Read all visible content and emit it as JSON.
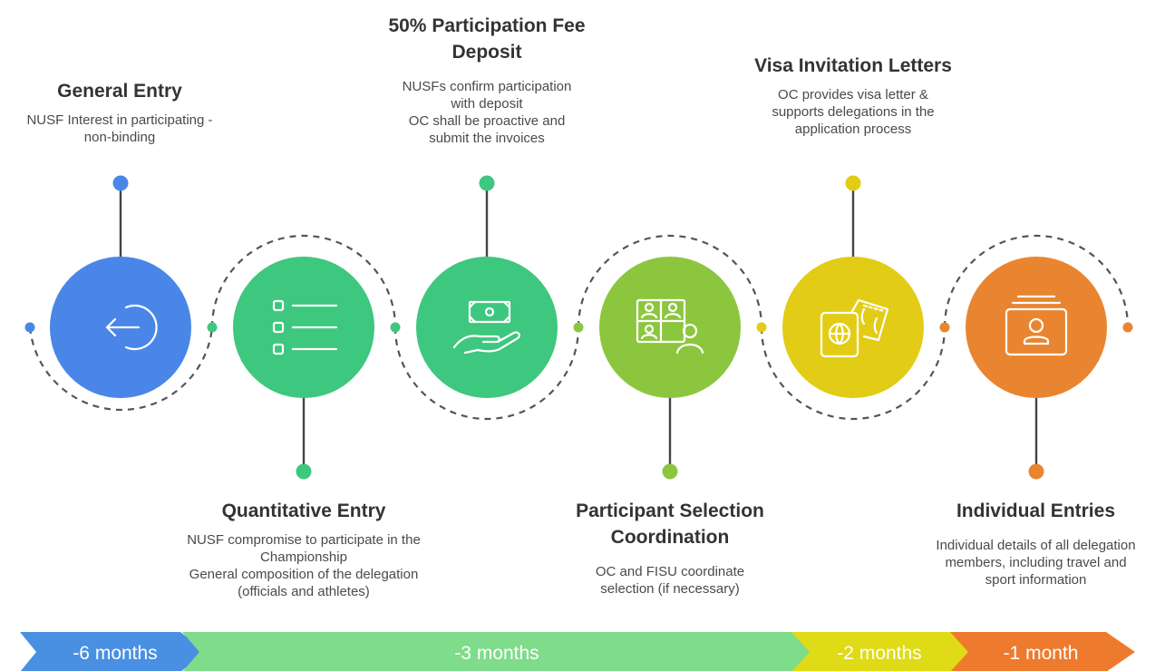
{
  "steps": [
    {
      "title": "General Entry",
      "desc": [
        "NUSF Interest in participating -",
        "non-binding"
      ],
      "color": "#4a86e8",
      "icon": "entry-arrow-icon"
    },
    {
      "title": "Quantitative Entry",
      "desc": [
        "NUSF compromise to participate in the",
        "Championship",
        "General composition of the delegation",
        "(officials and athletes)"
      ],
      "color": "#3ec77e",
      "icon": "checklist-icon"
    },
    {
      "title": "50% Participation Fee Deposit",
      "title_lines": [
        "50% Participation Fee",
        "Deposit"
      ],
      "desc": [
        "NUSFs confirm participation",
        "with deposit",
        "OC shall be proactive and",
        "submit the invoices"
      ],
      "color": "#3ec77e",
      "icon": "money-hand-icon"
    },
    {
      "title": "Participant Selection Coordination",
      "title_lines": [
        "Participant Selection",
        "Coordination"
      ],
      "desc": [
        "OC and FISU coordinate",
        "selection (if necessary)"
      ],
      "color": "#8cc63f",
      "icon": "video-call-participants-icon"
    },
    {
      "title": "Visa Invitation Letters",
      "desc": [
        "OC provides visa letter &",
        "supports delegations in the",
        "application process"
      ],
      "color": "#e2cc16",
      "icon": "passport-ticket-icon"
    },
    {
      "title": "Individual Entries",
      "desc": [
        "Individual details of all delegation",
        "members, including travel and",
        "sport information"
      ],
      "color": "#e98530",
      "icon": "id-card-icon"
    }
  ],
  "phases": [
    {
      "label": "-6 months",
      "color": "#4a90e2"
    },
    {
      "label": "-3 months",
      "color": "#7fdc8a"
    },
    {
      "label": "-2 months",
      "color": "#dfdb17"
    },
    {
      "label": "-1 month",
      "color": "#ee7a2e"
    }
  ]
}
